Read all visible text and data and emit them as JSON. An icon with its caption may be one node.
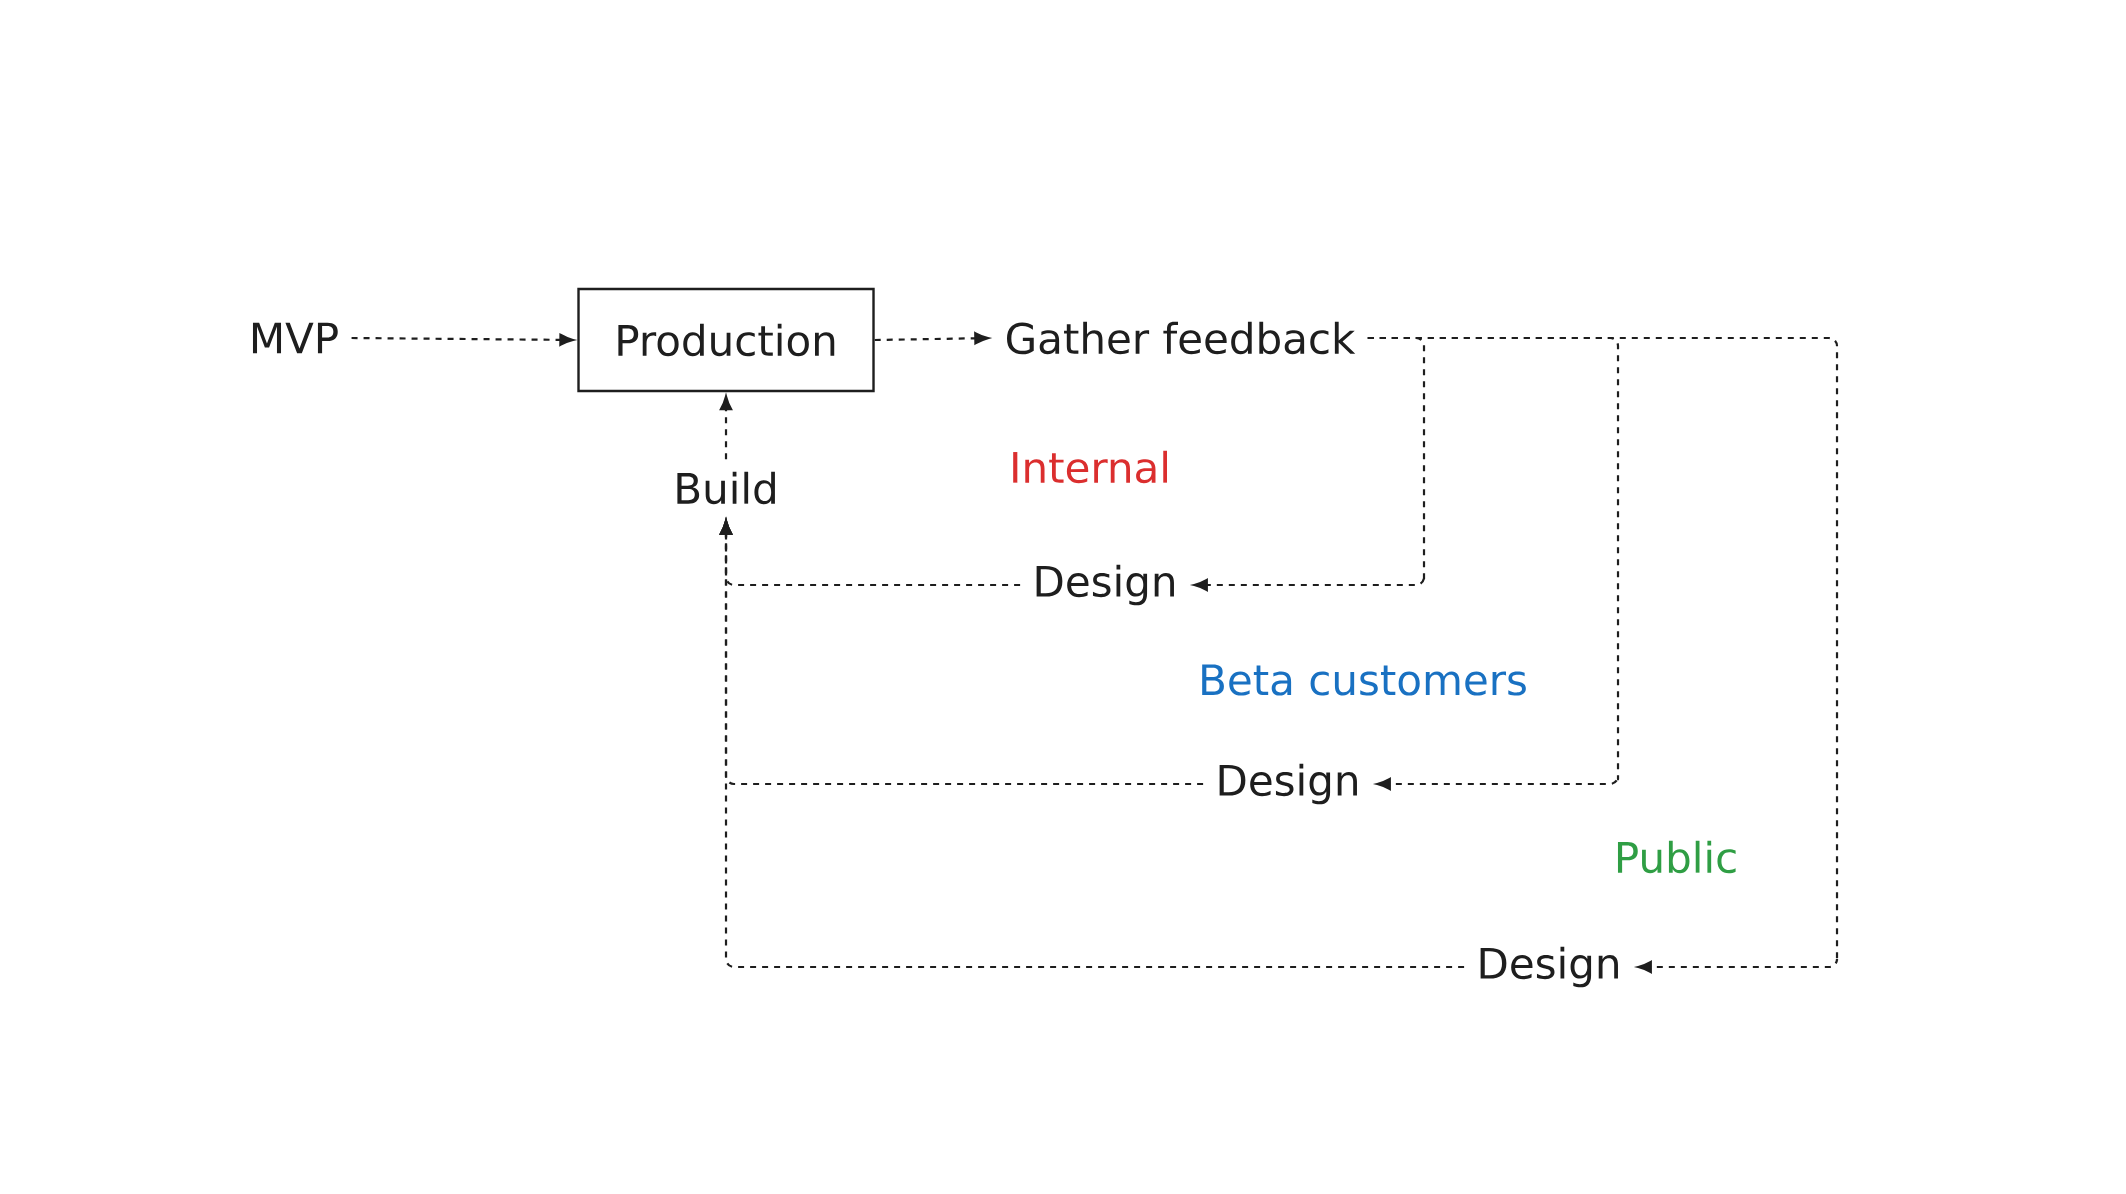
{
  "diagram": {
    "nodes": [
      {
        "text": [
          "MVP"
        ]
      },
      {
        "text": [
          "Production"
        ]
      },
      {
        "text": [
          "Gather feedback"
        ]
      },
      {
        "text": [
          "Build"
        ]
      },
      {
        "text": [
          "Design"
        ]
      },
      {
        "text": [
          "Design"
        ]
      },
      {
        "text": [
          "Design"
        ]
      }
    ],
    "edges": [
      {
        "from": 0,
        "to": 1,
        "arrow": "to",
        "style": "dashed"
      },
      {
        "from": 1,
        "to": 2,
        "arrow": "to",
        "style": "dashed"
      },
      {
        "from": 3,
        "to": 1,
        "arrow": "to",
        "style": "dashed"
      },
      {
        "from": 2,
        "to": 4,
        "arrow": "to",
        "style": "dashed"
      },
      {
        "from": 4,
        "to": 3,
        "arrow": "to",
        "style": "dashed"
      },
      {
        "from": 2,
        "to": 5,
        "arrow": "to",
        "style": "dashed"
      },
      {
        "from": 5,
        "to": 3,
        "arrow": "to",
        "style": "dashed"
      },
      {
        "from": 2,
        "to": 6,
        "arrow": "to",
        "style": "dashed"
      },
      {
        "from": 6,
        "to": 3,
        "arrow": "to",
        "style": "dashed"
      }
    ],
    "labels": [
      "Internal",
      "Beta customers",
      "Public"
    ]
  }
}
